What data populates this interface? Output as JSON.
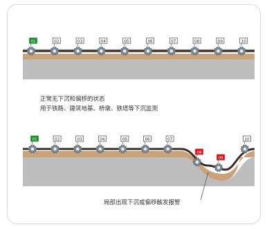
{
  "scene_normal": {
    "labels": [
      "01",
      "02",
      "03",
      "04",
      "05",
      "06",
      "07",
      "08",
      "09",
      "10"
    ],
    "alarm_indices": [],
    "start_index": 0
  },
  "scene_alarm": {
    "labels": [
      "01",
      "02",
      "03",
      "04",
      "05",
      "06",
      "07",
      "08",
      "09",
      "10"
    ],
    "alarm_indices": [
      7,
      8
    ],
    "start_index": 0
  },
  "caption": {
    "line1": "正常无下沉和偏移的状态",
    "line2": "用于铁路、建筑地基、桥墩、铁塔等下沉监测"
  },
  "alarm_callout": "局部出现下沉或偏移触发报警",
  "colors": {
    "start_tag": "#1f8a2e",
    "alarm_tag": "#d7141b",
    "normal_tag": "#ffffff",
    "soil": "#c9a27a",
    "ground": "#bdbdbd",
    "cable": "#3a2c22"
  }
}
